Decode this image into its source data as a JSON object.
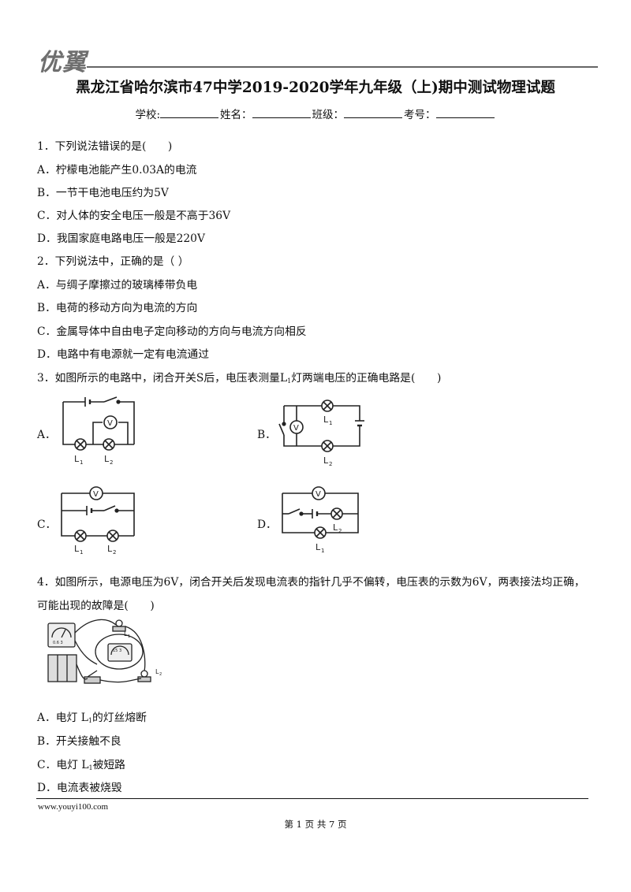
{
  "header": {
    "logo": "优翼",
    "title": "黑龙江省哈尔滨市47中学2019-2020学年九年级（上)期中测试物理试题",
    "fields": [
      "学校:",
      "姓名：",
      "班级：",
      "考号："
    ]
  },
  "questions": [
    {
      "stem": "1．下列说法错误的是(　　)",
      "options": [
        "A．柠檬电池能产生0.03A的电流",
        "B．一节干电池电压约为5V",
        "C．对人体的安全电压一般是不高于36V",
        "D．我国家庭电路电压一般是220V"
      ]
    },
    {
      "stem": "2．下列说法中，正确的是（ ）",
      "options": [
        "A．与绸子摩擦过的玻璃棒带负电",
        "B．电荷的移动方向为电流的方向",
        "C．金属导体中自由电子定向移动的方向与电流方向相反",
        "D．电路中有电源就一定有电流通过"
      ]
    },
    {
      "stem_pre": "3．如图所示的电路中，闭合开关S后，电压表测量L",
      "stem_sub": "1",
      "stem_post": "灯两端电压的正确电路是(　　)",
      "option_letters": [
        "A．",
        "B．",
        "C．",
        "D．"
      ]
    },
    {
      "stem_line1": "4．如图所示，电源电压为6V，闭合开关后发现电流表的指针几乎不偏转，电压表的示数为6V，两表接法均正确，",
      "stem_line2": "可能出现的故障是(　　)",
      "options": [
        {
          "pre": "A．电灯 L",
          "sub": "1",
          "post": "的灯丝熔断"
        },
        {
          "pre": "B．开关接触不良",
          "sub": "",
          "post": ""
        },
        {
          "pre": "C．电灯 L",
          "sub": "1",
          "post": "被短路"
        },
        {
          "pre": "D．电流表被烧毁",
          "sub": "",
          "post": ""
        }
      ]
    }
  ],
  "diagram_labels": {
    "voltmeter": "V",
    "lamp1": "L",
    "lamp2": "L",
    "sub1": "1",
    "sub2": "2",
    "ammeter_scale": "0.6 3",
    "voltmeter_scale": "15 3"
  },
  "footer": {
    "url": "www.youyi100.com",
    "page": "第 1 页 共 7 页"
  }
}
